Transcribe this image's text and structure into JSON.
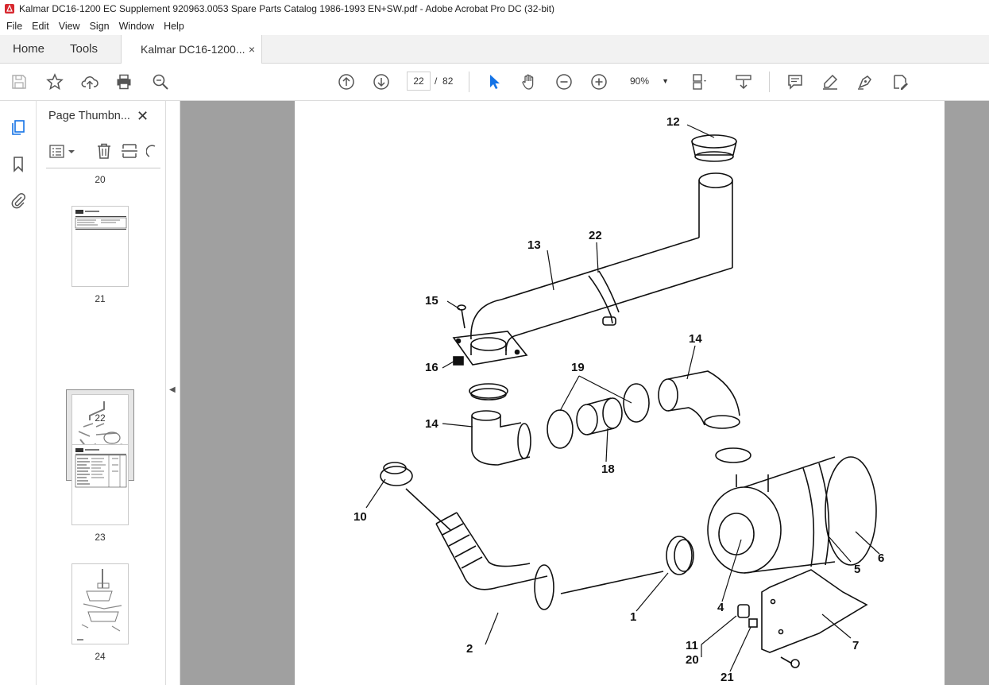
{
  "window": {
    "title": "Kalmar DC16-1200 EC Supplement 920963.0053 Spare Parts Catalog 1986-1993 EN+SW.pdf - Adobe Acrobat Pro DC (32-bit)"
  },
  "menu": [
    "File",
    "Edit",
    "View",
    "Sign",
    "Window",
    "Help"
  ],
  "tabs": {
    "home": "Home",
    "tools": "Tools",
    "document": "Kalmar DC16-1200...",
    "close": "×"
  },
  "toolbar": {
    "current_page": "22",
    "page_separator": "/",
    "total_pages": "82",
    "zoom": "90%"
  },
  "panel": {
    "title": "Page Thumbn...",
    "close": "✕",
    "thumbnails": [
      {
        "label": "20"
      },
      {
        "label": "21"
      },
      {
        "label": "22",
        "selected": true
      },
      {
        "label": "23"
      },
      {
        "label": "24"
      }
    ]
  },
  "diagram": {
    "callouts": [
      "12",
      "13",
      "22",
      "15",
      "16",
      "14",
      "19",
      "14",
      "18",
      "10",
      "1",
      "2",
      "4",
      "5",
      "6",
      "7",
      "11",
      "20",
      "21"
    ]
  },
  "colors": {
    "accent": "#1473e6",
    "viewer_bg": "#a0a0a0"
  }
}
